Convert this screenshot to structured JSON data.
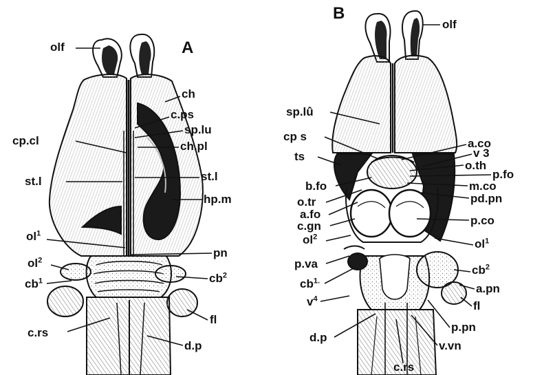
{
  "colors": {
    "ink": "#111111",
    "paper": "#ffffff",
    "hatch": "#bdbdbd"
  },
  "panels": [
    {
      "letter": "A",
      "labels": {
        "olf": "olf",
        "ch": "ch",
        "c_ps": "c.ps",
        "sp_lu": "sp.lu",
        "ch_pl": "ch.pl",
        "cp_cl": "cp.cl",
        "st_l_left": "st.l",
        "st_l_right": "st.l",
        "hp_m": "hp.m",
        "ol1": "ol",
        "ol1_sup": "1",
        "pn": "pn",
        "ol2": "ol",
        "ol2_sup": "2",
        "cb1": "cb",
        "cb1_sup": "1",
        "cb2": "cb",
        "cb2_sup": "2",
        "fl": "fl",
        "c_rs": "c.rs",
        "d_p": "d.p"
      }
    },
    {
      "letter": "B",
      "labels": {
        "olf": "olf",
        "sp_lu": "sp.lû",
        "cp_s": "cp s",
        "ts": "ts",
        "a_co": "a.co",
        "v3": "v 3",
        "o_th": "o.th",
        "p_fo": "p.fo",
        "b_fo": "b.fo",
        "m_co": "m.co",
        "o_tr": "o.tr",
        "pd_pn": "pd.pn",
        "a_fo": "a.fo",
        "c_gn": "c.gn",
        "p_co": "p.co",
        "ol2": "ol",
        "ol2_sup": "2",
        "ol1": "ol",
        "ol1_sup": "1",
        "p_va": "p.va",
        "cb2": "cb",
        "cb2_sup": "2",
        "cb1": "cb",
        "cb1_sup": "1.",
        "a_pn": "a.pn",
        "fl": "fl",
        "v4": "v",
        "v4_sup": "4",
        "p_pn": "p.pn",
        "d_p": "d.p",
        "v_vn": "v.vn",
        "c_rs": "c.rs"
      }
    }
  ]
}
